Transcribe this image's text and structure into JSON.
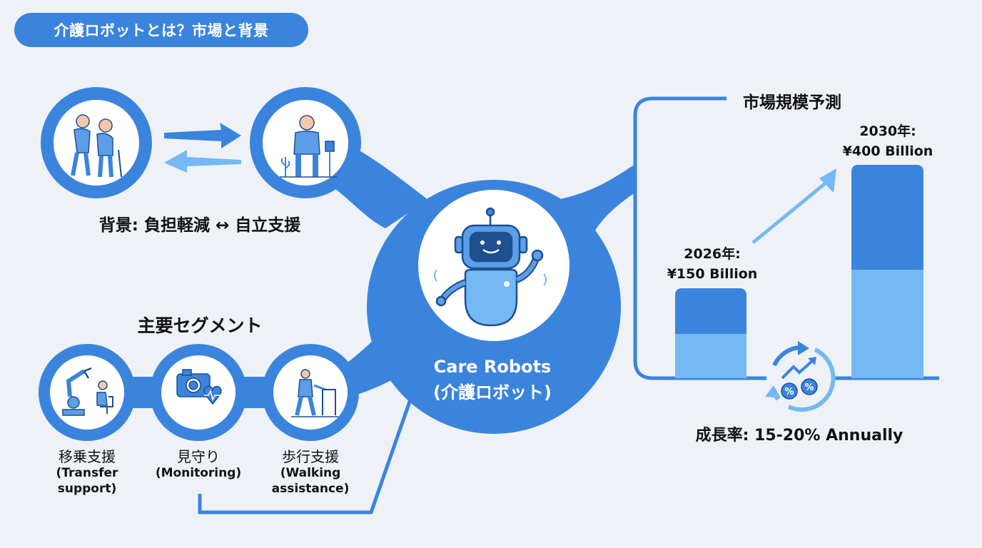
{
  "title": "介護ロボットとは？市場と背景",
  "colors": {
    "primary": "#3a84de",
    "light": "#74b9f5",
    "background": "#eef2f7",
    "text": "#111111"
  },
  "background_section": {
    "label": "背景: 負担軽減 ↔ 自立支援",
    "icons": [
      "caregiver-assisting-elderly-icon",
      "independent-elderly-person-icon"
    ],
    "arrows": [
      "right-arrow",
      "left-arrow"
    ]
  },
  "center": {
    "title_en": "Care Robots",
    "title_ja": "(介護ロボット)",
    "icon": "waving-robot-icon"
  },
  "segments": {
    "heading": "主要セグメント",
    "items": [
      {
        "name": "移乗支援",
        "sub1": "(Transfer",
        "sub2": "support)",
        "icon": "robot-arm-transfer-icon"
      },
      {
        "name": "見守り",
        "sub1": "(Monitoring)",
        "sub2": "",
        "icon": "camera-heart-monitor-icon"
      },
      {
        "name": "歩行支援",
        "sub1": "(Walking",
        "sub2": "assistance)",
        "icon": "exoskeleton-walker-icon"
      }
    ]
  },
  "market": {
    "heading": "市場規模予測",
    "bars": [
      {
        "year_label": "2026年:",
        "value_label": "¥150 Billion"
      },
      {
        "year_label": "2030年:",
        "value_label": "¥400 Billion"
      }
    ],
    "growth_label": "成長率: 15-20% Annually",
    "growth_icon": "growth-cycle-percent-icon"
  },
  "chart_data": {
    "type": "bar",
    "title": "市場規模予測",
    "categories": [
      "2026年",
      "2030年"
    ],
    "values": [
      150,
      400
    ],
    "unit": "¥ Billion",
    "annotations": [
      "2026年: ¥150 Billion",
      "2030年: ¥400 Billion",
      "成長率: 15-20% Annually"
    ],
    "xlabel": "",
    "ylabel": "",
    "grid": false
  }
}
